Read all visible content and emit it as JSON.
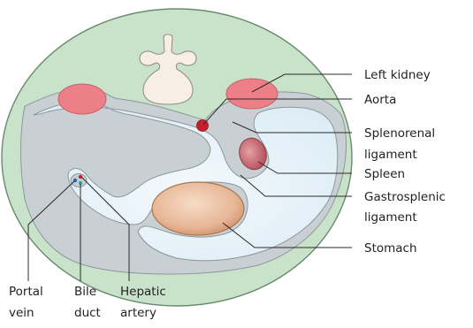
{
  "labels": {
    "left_kidney": "Left kidney",
    "aorta": "Aorta",
    "splenorenal_1": "Splenorenal",
    "splenorenal_2": "ligament",
    "spleen": "Spleen",
    "gastrosplenic_1": "Gastrosplenic",
    "gastrosplenic_2": "ligament",
    "stomach": "Stomach",
    "portal_1": "Portal",
    "portal_2": "vein",
    "bile_1": "Bile",
    "bile_2": "duct",
    "hepatic_1": "Hepatic",
    "hepatic_2": "artery"
  },
  "colors": {
    "body_wall": "#c9e3cb",
    "body_outline": "#6a8a6f",
    "peritoneum": "#c9d0d3",
    "cavity": "#e8f3f9",
    "kidney": "#ec7f87",
    "vertebra": "#f7efe6",
    "aorta": "#c81f2c",
    "spleen": "#c4626b",
    "stomach": "#e7b696",
    "portal_vein": "#2c67b3",
    "bile_duct": "#2aa39a",
    "hepatic_artery": "#c81f2c"
  }
}
